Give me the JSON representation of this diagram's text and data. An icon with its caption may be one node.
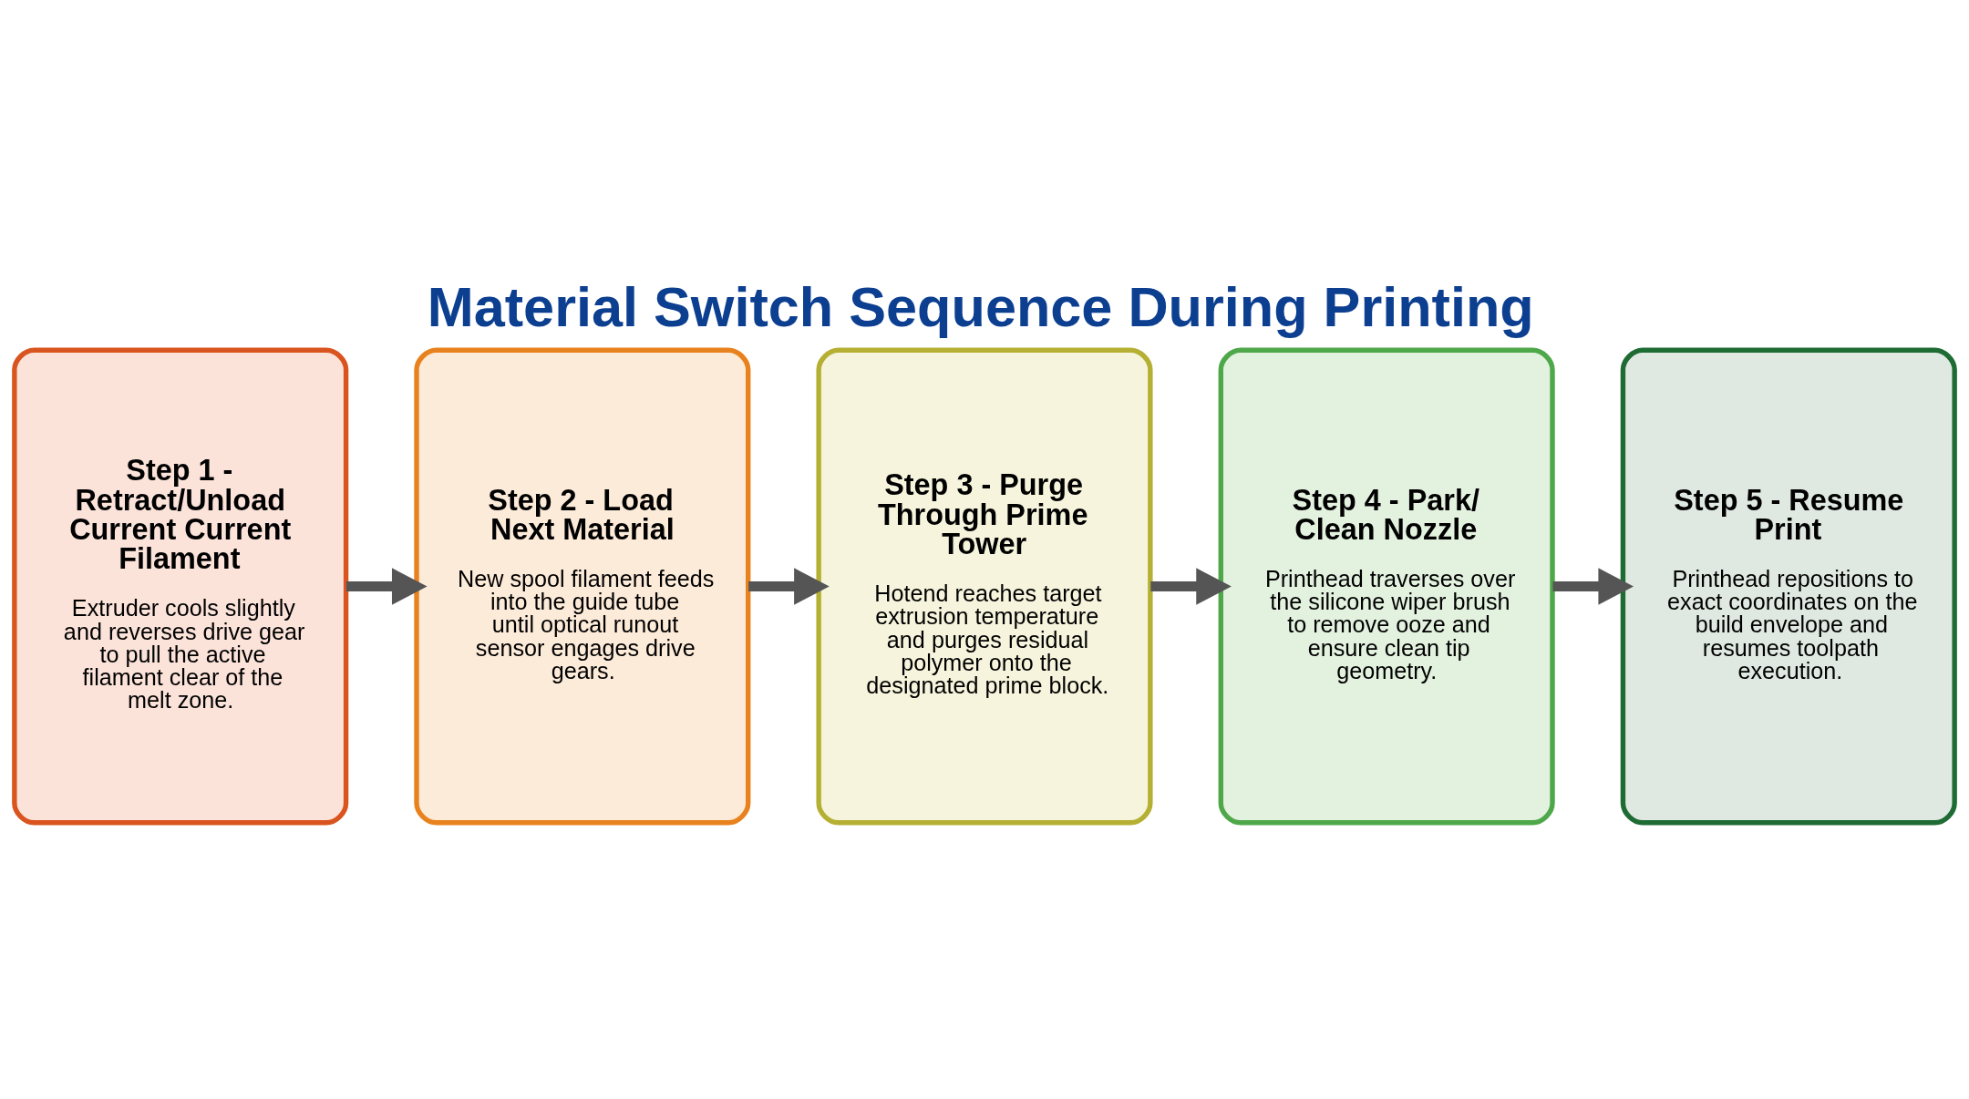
{
  "diagram": {
    "title": "Material Switch Sequence During Printing",
    "nodes": [
      {
        "text": [
          "Step 1 - Retract/Unload Current Current Filament",
          "Extruder cools slightly and reverses drive gear to pull the active filament clear of the melt zone."
        ]
      },
      {
        "text": [
          "Step 2 - Load Next Material",
          "New spool filament feeds into the guide tube until optical runout sensor engages drive gears."
        ]
      },
      {
        "text": [
          "Step 3 - Purge Through Prime Tower",
          "Hotend reaches target extrusion temperature and purges residual polymer onto the designated prime block."
        ]
      },
      {
        "text": [
          "Step 4 - Park/ Clean Nozzle",
          "Printhead traverses over the silicone wiper brush to remove ooze and ensure clean tip geometry."
        ]
      },
      {
        "text": [
          "Step 5 - Resume Print",
          "Printhead repositions to exact coordinates on the build envelope and resumes toolpath execution."
        ]
      }
    ],
    "edges": [
      {
        "from": 0,
        "to": 1,
        "arrow": "to"
      },
      {
        "from": 1,
        "to": 2,
        "arrow": "to"
      },
      {
        "from": 2,
        "to": 3,
        "arrow": "to"
      },
      {
        "from": 3,
        "to": 4,
        "arrow": "to"
      }
    ]
  }
}
